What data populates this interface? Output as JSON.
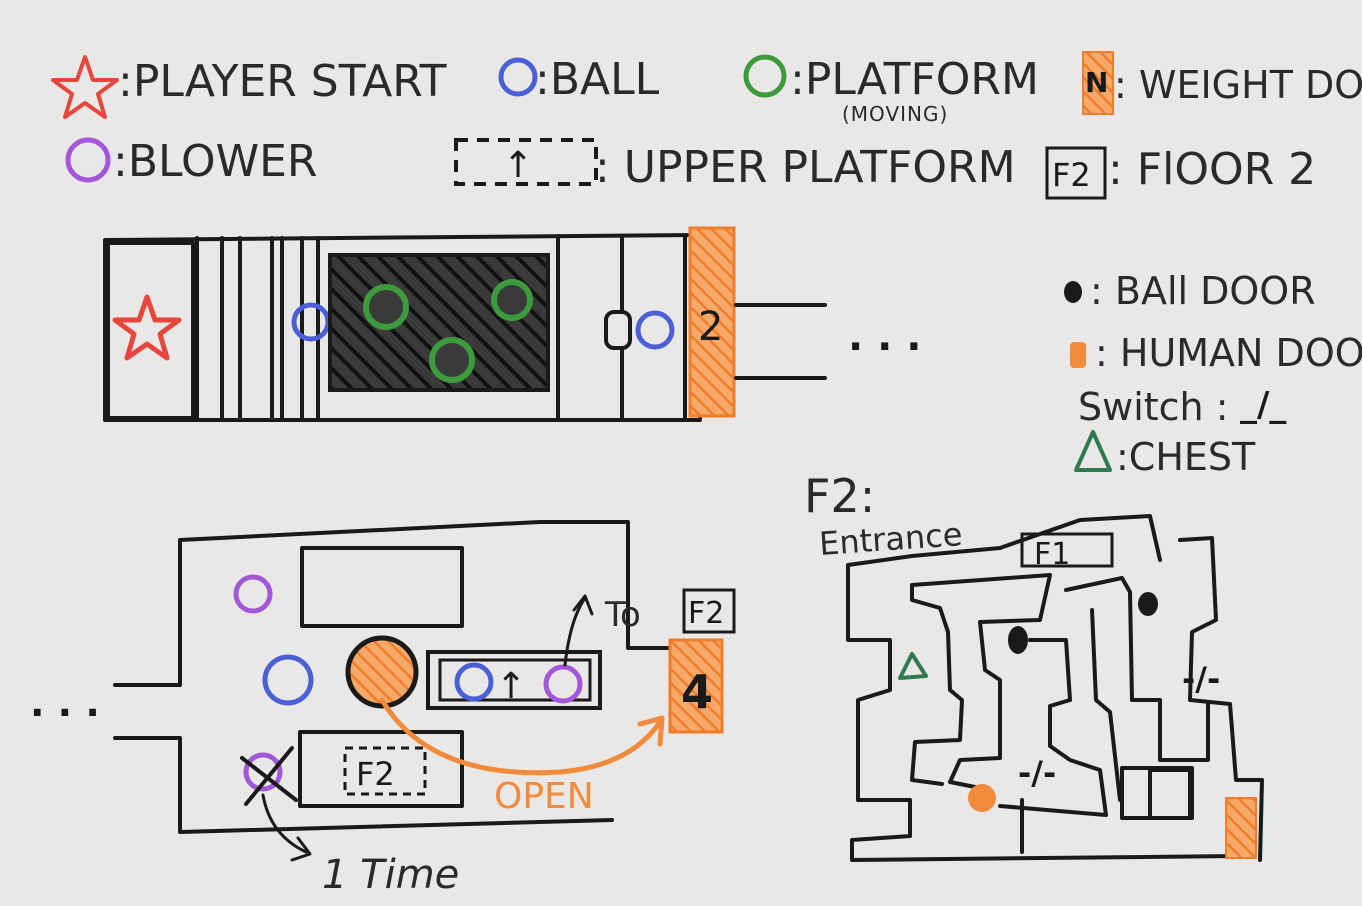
{
  "legend": {
    "player_start": ":PLAYER START",
    "ball": ":BALL",
    "platform": ":PLATFORM",
    "platform_note": "(MOVING)",
    "weight_door_glyph": "N",
    "weight_door": ": WEIGHT DOOR",
    "blower": ":BLOWER",
    "upper_platform": ": UPPER PLATFORM",
    "floor2_glyph": "F2",
    "floor2": ": FlOOR 2",
    "ball_door": ": BAll DOOR",
    "human_door": ": HUMAN DOOR",
    "switch": "Switch :",
    "switch_glyph": "_/_",
    "chest": ":CHEST"
  },
  "room1": {
    "weight_number": "2",
    "ellipsis": ". . ."
  },
  "room2": {
    "ellipsis": ". . .",
    "to_label": "To",
    "to_floor": "F2",
    "weight_number": "4",
    "open_label": "OPEN",
    "inner_floor": "F2",
    "once_label": "1 Time"
  },
  "floor2_map": {
    "title": "F2:",
    "entrance": "Entrance",
    "exit_label": "F1",
    "switch_a": "-/-",
    "switch_b": "-/-"
  },
  "colors": {
    "ink": "#1a1a1a",
    "red": "#e8453c",
    "blue": "#4a5fd8",
    "green": "#3d9a3d",
    "orange": "#f28a3c",
    "purple": "#a257d8",
    "dark_green": "#2f7a52"
  }
}
